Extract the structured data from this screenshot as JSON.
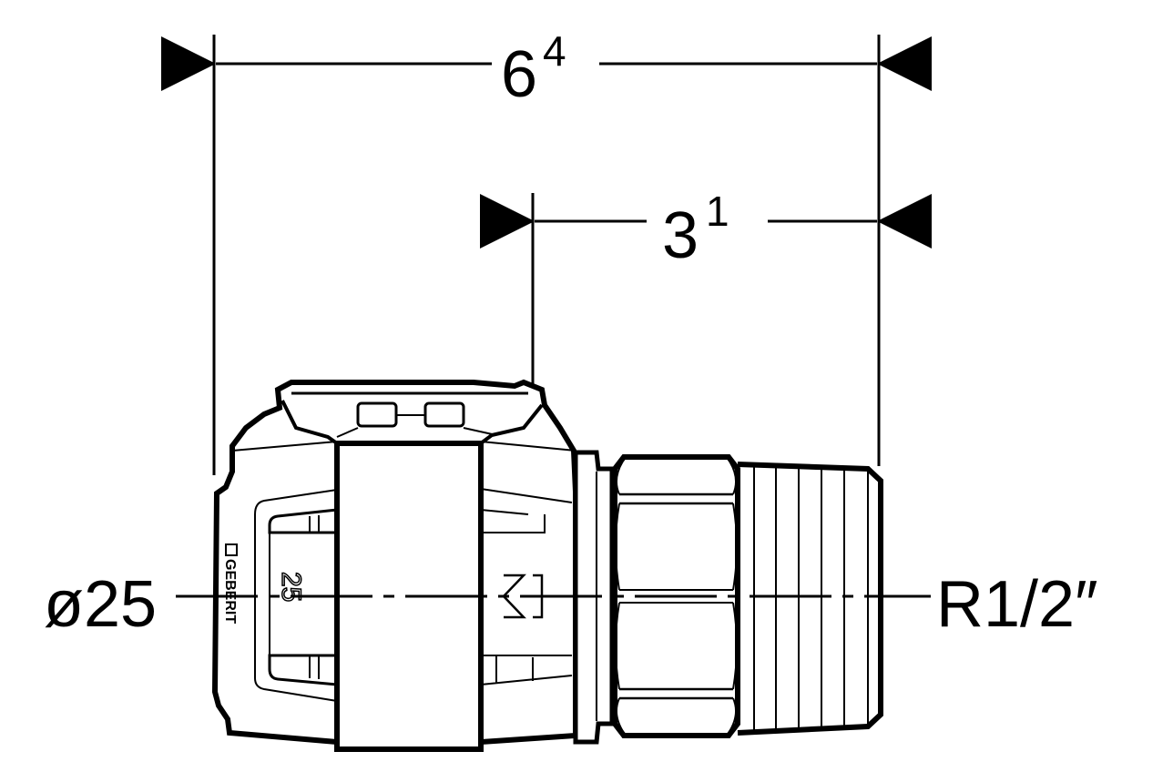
{
  "dimensions": {
    "overall_length": {
      "value": "6",
      "superscript": "4"
    },
    "thread_length": {
      "value": "3",
      "superscript": "1"
    }
  },
  "labels": {
    "pipe_diameter": "ø25",
    "thread_size": "R1/2″"
  },
  "markings": {
    "size_marking": "25",
    "logo_text": "GEBERIT"
  },
  "colors": {
    "line": "#000000",
    "background": "#ffffff"
  }
}
